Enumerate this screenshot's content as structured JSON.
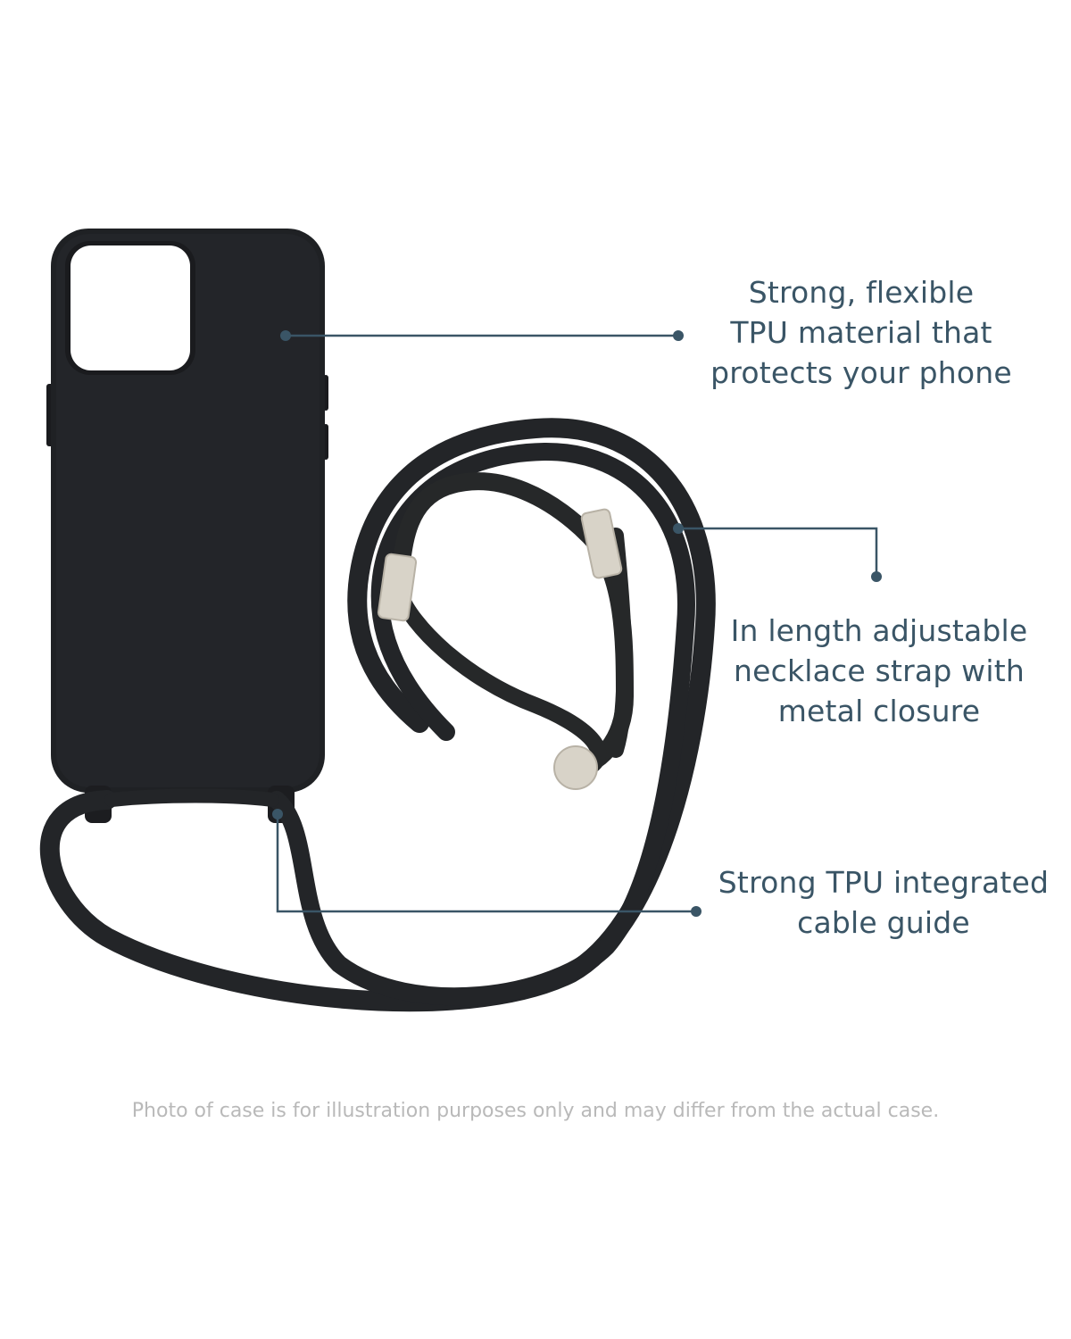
{
  "callouts": {
    "tpu_material": {
      "lines": [
        "Strong, flexible",
        "TPU material that",
        "protects your phone"
      ]
    },
    "necklace_strap": {
      "lines": [
        "In length adjustable",
        "necklace strap with",
        "metal closure"
      ]
    },
    "cable_guide": {
      "lines": [
        "Strong TPU integrated",
        "cable guide"
      ]
    }
  },
  "disclaimer": "Photo of case is for illustration purposes only and may differ from the actual case.",
  "colors": {
    "callout_text": "#3a5566",
    "leader_line": "#3a5566",
    "case_body": "#1f2124",
    "cord": "#232528",
    "metal_parts": "#d8d3c8",
    "disclaimer_text": "#b9b9b9"
  }
}
